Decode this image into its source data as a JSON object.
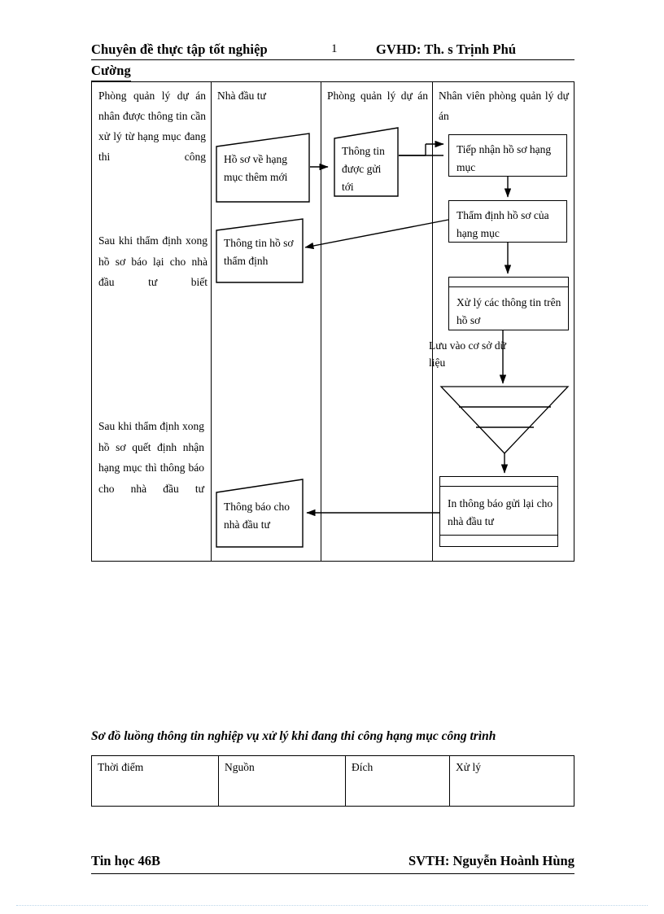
{
  "header": {
    "left_title": "Chuyên đề thực tập tốt nghiệp",
    "page_number": "1",
    "right_title": "GVHD: Th. s Trịnh Phú",
    "right_title_line2": "Cường"
  },
  "diagram": {
    "lanes": [
      {
        "title": "Phòng quản lý dự án nhân được thông tin cần xử lý từ hạng mục đang thi công"
      },
      {
        "title": "Nhà đầu tư"
      },
      {
        "title": "Phòng quản lý dự án"
      },
      {
        "title": "Nhân viên phòng quản lý dự án"
      }
    ],
    "lane1_notes": [
      "Sau khi thẩm định xong hồ sơ báo lại cho nhà đầu tư biết",
      "Sau khi thẩm định xong hồ sơ quết định nhận hạng mục thì thông báo cho nhà đầu tư"
    ],
    "nodes": {
      "ho_so_hang_muc_them_moi": "Hồ sơ về hạng mục thêm mới",
      "thong_tin_ho_so_tham_dinh": "Thông tin hồ sơ thẩm định",
      "thong_bao_cho_nha_dau_tu": "Thông báo cho nhà đầu tư",
      "thong_tin_duoc_gui_toi": "Thông tin được gửi tới",
      "tiep_nhan_ho_so": "Tiếp nhận hồ sơ hạng mục",
      "tham_dinh_ho_so": "Thẩm định hồ sơ của hạng mục",
      "xu_ly_thong_tin": "Xử lý các thông tin trên hồ sơ",
      "in_thong_bao": "In thông báo gửi lại cho nhà đầu tư"
    },
    "annotations": {
      "luu_co_so_du_lieu": "Lưu vào cơ sở dữ liệu"
    }
  },
  "caption": "Sơ đồ luồng thông tin nghiệp vụ xử lý khi đang thi công hạng mục công trình",
  "bottom_table": {
    "headers": [
      "Thời điểm",
      "Nguồn",
      "Đích",
      "Xử lý"
    ],
    "rows": [
      [
        "",
        "",
        "",
        ""
      ]
    ]
  },
  "footer": {
    "left": "Tin học 46B",
    "right": "SVTH: Nguyễn Hoành Hùng"
  }
}
